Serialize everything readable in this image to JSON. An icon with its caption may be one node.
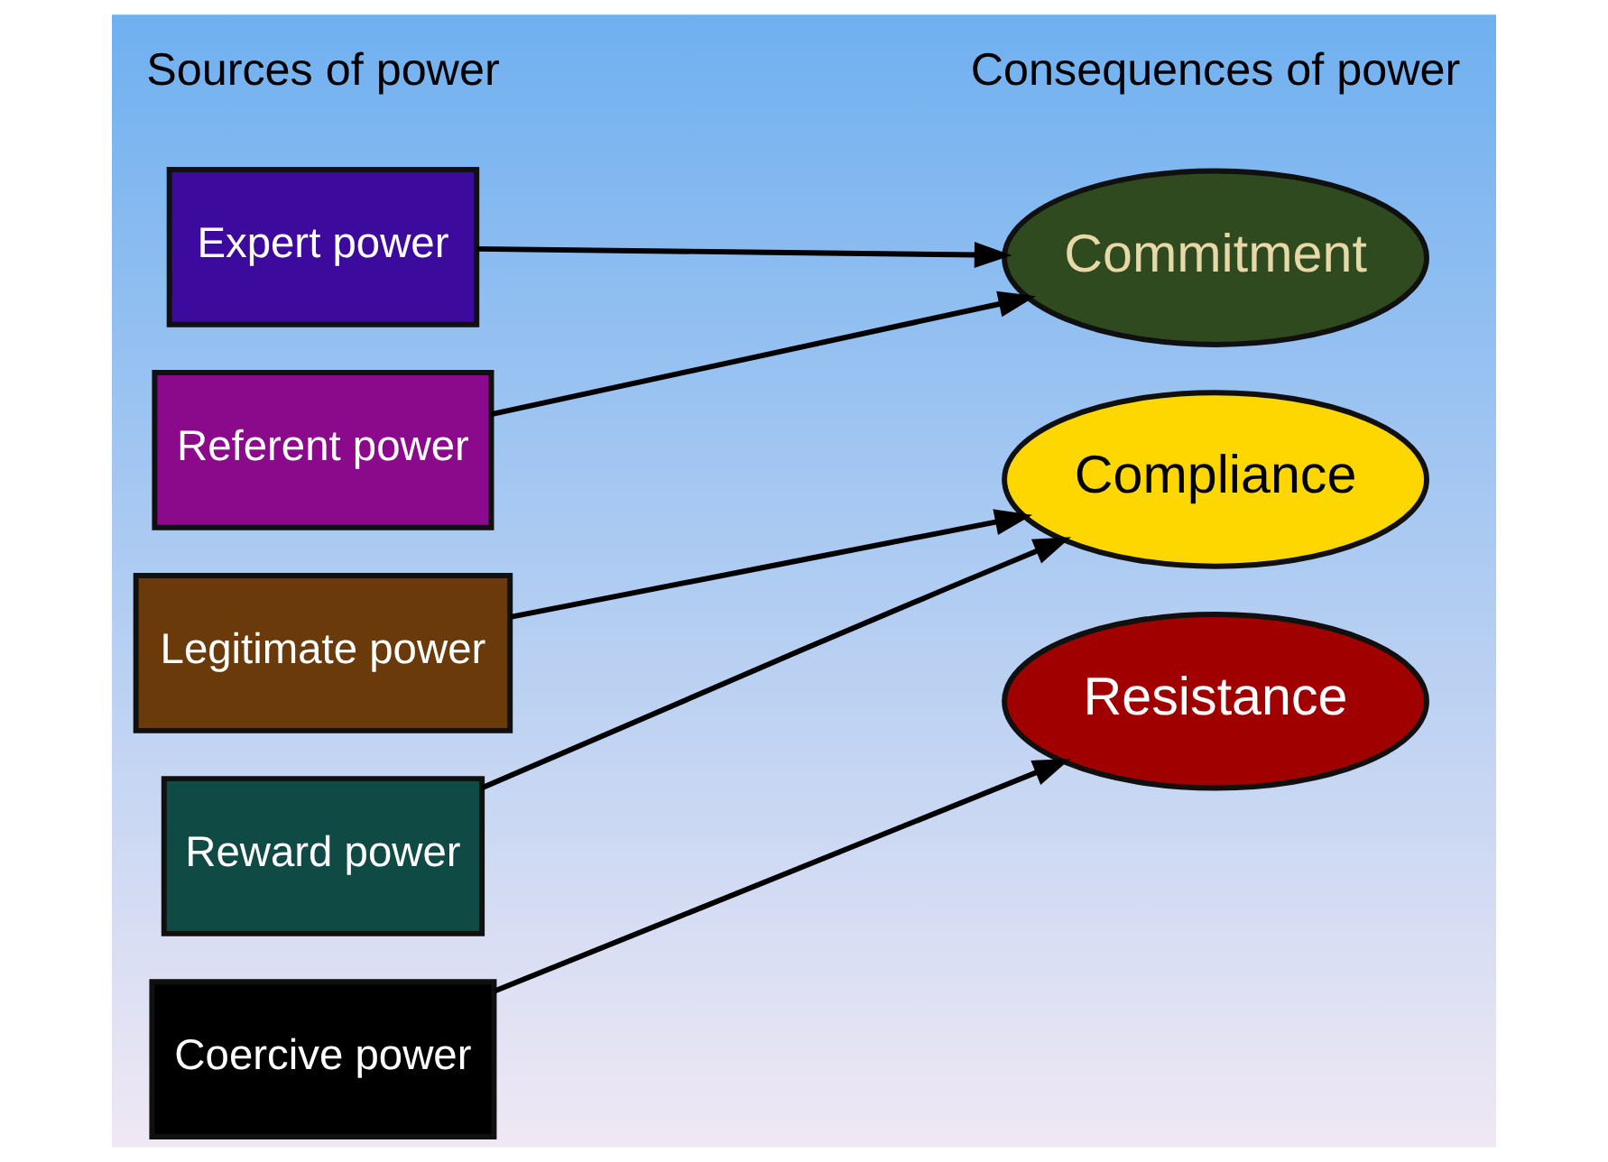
{
  "diagram": {
    "nodes": [
      {
        "text": [
          "Expert power"
        ]
      },
      {
        "text": [
          "Referent power"
        ]
      },
      {
        "text": [
          "Legitimate power"
        ]
      },
      {
        "text": [
          "Reward power"
        ]
      },
      {
        "text": [
          "Coercive power"
        ]
      },
      {
        "text": [
          "Commitment"
        ]
      },
      {
        "text": [
          "Compliance"
        ]
      },
      {
        "text": [
          "Resistance"
        ]
      }
    ],
    "edges": [
      {
        "from": 0,
        "to": 5,
        "arrow": "to"
      },
      {
        "from": 1,
        "to": 5,
        "arrow": "to"
      },
      {
        "from": 2,
        "to": 6,
        "arrow": "to"
      },
      {
        "from": 3,
        "to": 6,
        "arrow": "to"
      },
      {
        "from": 4,
        "to": 7,
        "arrow": "to"
      }
    ],
    "labels": [
      "Sources of power",
      "Consequences of power"
    ]
  }
}
